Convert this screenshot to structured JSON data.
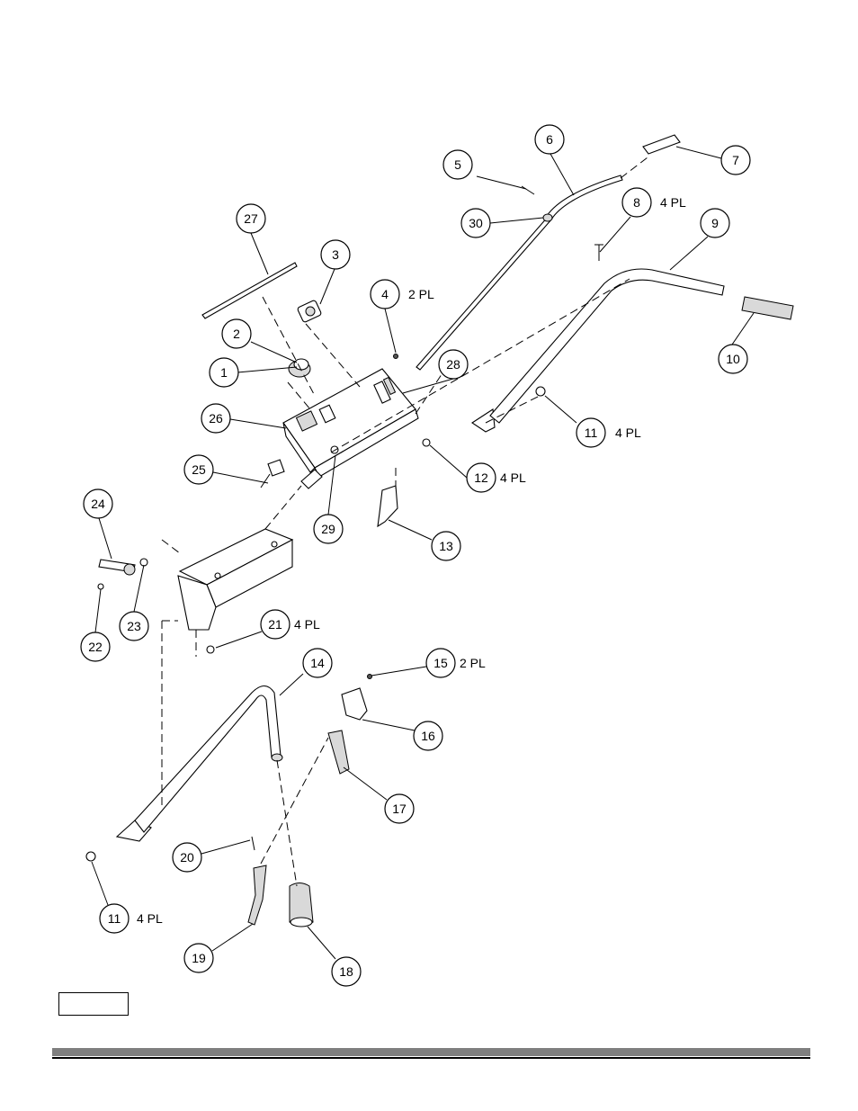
{
  "diagram": {
    "balloons": [
      {
        "id": "1",
        "label": "1",
        "qty": ""
      },
      {
        "id": "2",
        "label": "2",
        "qty": ""
      },
      {
        "id": "3",
        "label": "3",
        "qty": ""
      },
      {
        "id": "4",
        "label": "4",
        "qty": "2 PL"
      },
      {
        "id": "5",
        "label": "5",
        "qty": ""
      },
      {
        "id": "6",
        "label": "6",
        "qty": ""
      },
      {
        "id": "7",
        "label": "7",
        "qty": ""
      },
      {
        "id": "8",
        "label": "8",
        "qty": "4 PL"
      },
      {
        "id": "9",
        "label": "9",
        "qty": ""
      },
      {
        "id": "10",
        "label": "10",
        "qty": ""
      },
      {
        "id": "11a",
        "label": "11",
        "qty": "4 PL"
      },
      {
        "id": "11b",
        "label": "11",
        "qty": "4 PL"
      },
      {
        "id": "12",
        "label": "12",
        "qty": "4 PL"
      },
      {
        "id": "13",
        "label": "13",
        "qty": ""
      },
      {
        "id": "14",
        "label": "14",
        "qty": ""
      },
      {
        "id": "15",
        "label": "15",
        "qty": "2 PL"
      },
      {
        "id": "16",
        "label": "16",
        "qty": ""
      },
      {
        "id": "17",
        "label": "17",
        "qty": ""
      },
      {
        "id": "18",
        "label": "18",
        "qty": ""
      },
      {
        "id": "19",
        "label": "19",
        "qty": ""
      },
      {
        "id": "20",
        "label": "20",
        "qty": ""
      },
      {
        "id": "21",
        "label": "21",
        "qty": "4 PL"
      },
      {
        "id": "22",
        "label": "22",
        "qty": ""
      },
      {
        "id": "23",
        "label": "23",
        "qty": ""
      },
      {
        "id": "24",
        "label": "24",
        "qty": ""
      },
      {
        "id": "25",
        "label": "25",
        "qty": ""
      },
      {
        "id": "26",
        "label": "26",
        "qty": ""
      },
      {
        "id": "27",
        "label": "27",
        "qty": ""
      },
      {
        "id": "28",
        "label": "28",
        "qty": ""
      },
      {
        "id": "29",
        "label": "29",
        "qty": ""
      },
      {
        "id": "30",
        "label": "30",
        "qty": ""
      }
    ]
  },
  "colors": {
    "footer_bar": "#7f7f7f",
    "line": "#000000"
  }
}
